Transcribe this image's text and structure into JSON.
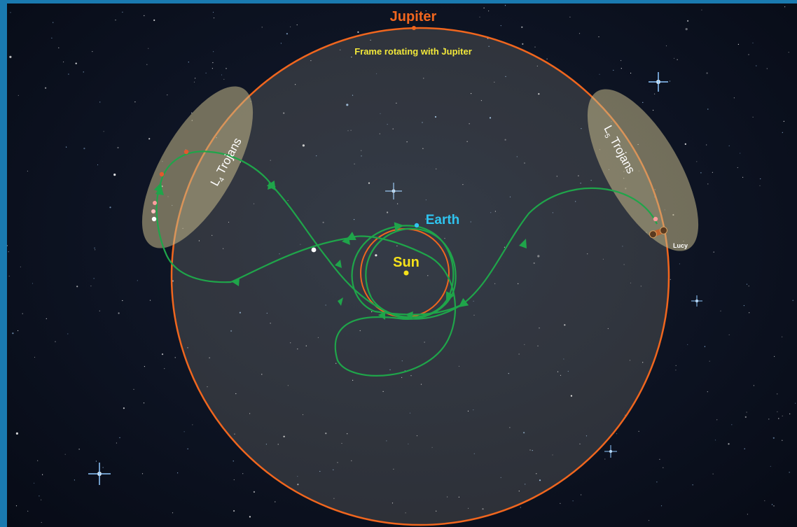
{
  "labels": {
    "jupiter": "Jupiter",
    "subtitle": "Frame rotating with Jupiter",
    "earth": "Earth",
    "sun": "Sun",
    "l4": "L",
    "l4_sub": "4",
    "l5": "L",
    "l5_sub": "5",
    "trojans": "Trojans",
    "lucy": "Lucy"
  },
  "colors": {
    "jupiter_orbit": "#f0661e",
    "trajectory": "#1fa54a",
    "earth": "#2fc4f0",
    "sun": "#f5e11a",
    "trojan_cloud": "#c7b98a",
    "subtitle": "#f2e83a"
  }
}
